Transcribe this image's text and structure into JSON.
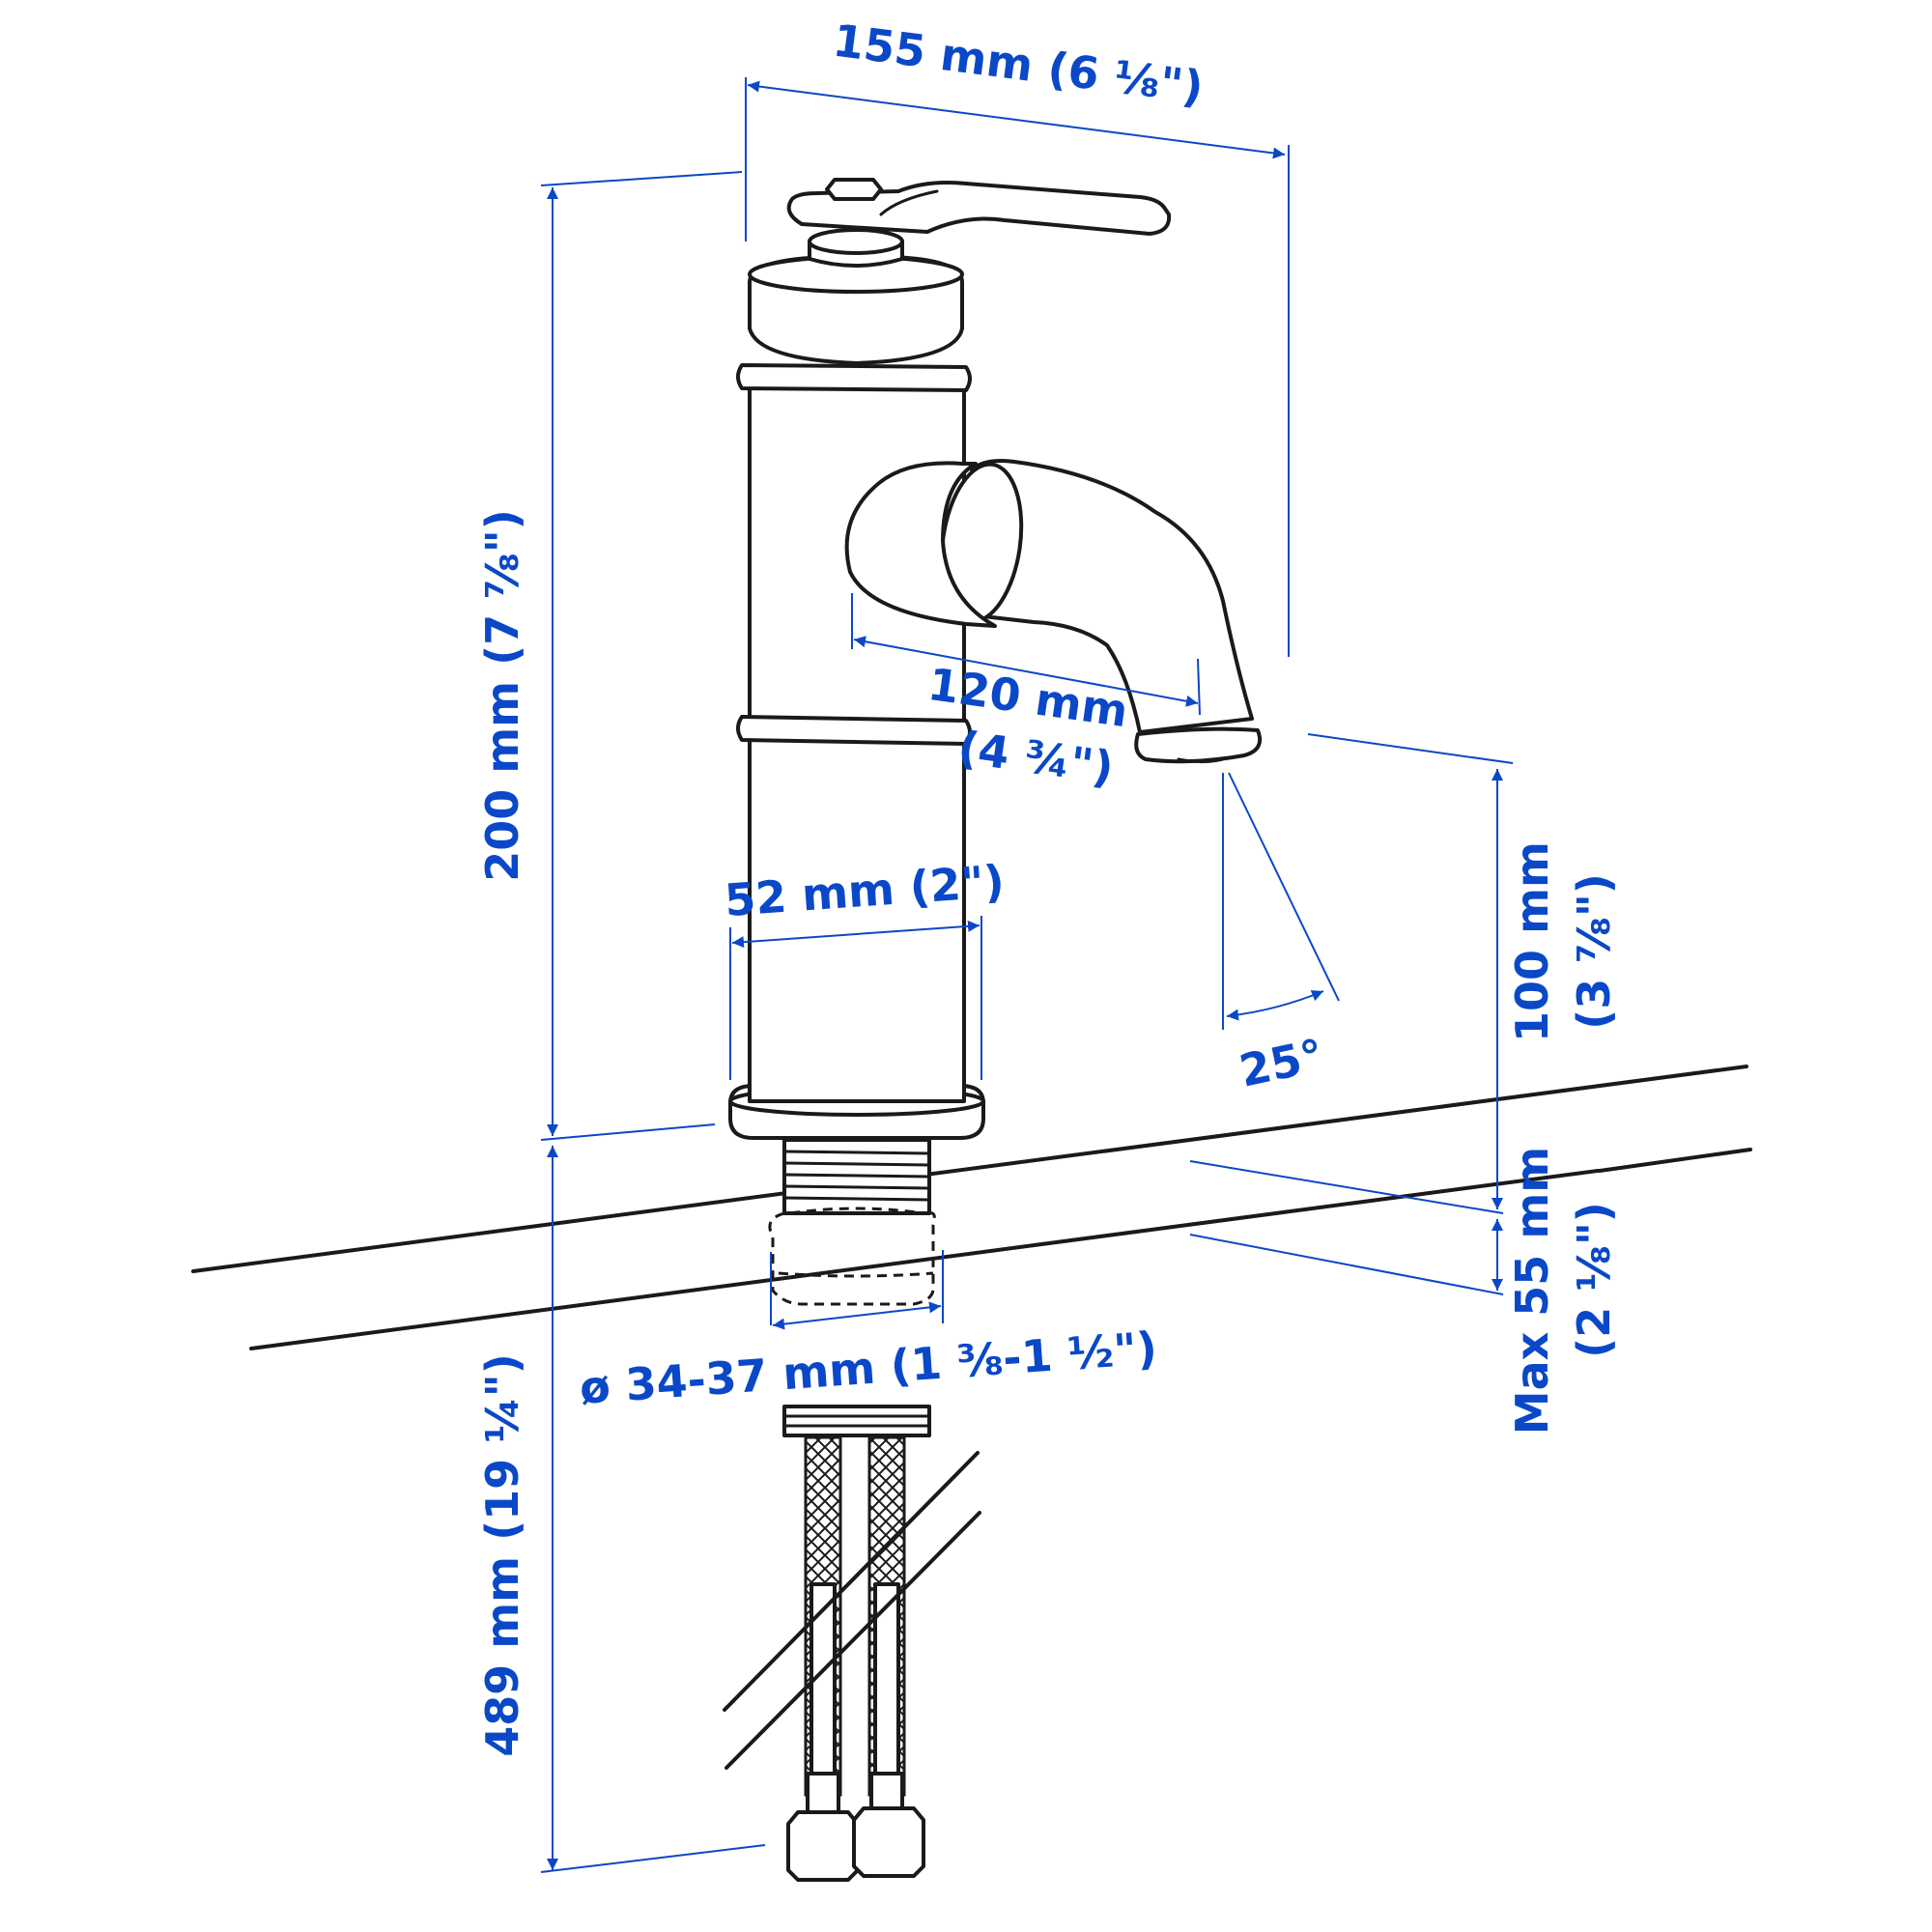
{
  "colors": {
    "dimension": "#0a48c8",
    "outline": "#1a1a1a",
    "background": "#ffffff"
  },
  "icons": {
    "faucet": "faucet-icon",
    "counter": "countertop-icon",
    "hose": "braided-hose-icon"
  },
  "dimensions": {
    "overall_width": "155 mm (6 ⅛\")",
    "spout_reach_mm": "120 mm",
    "spout_reach_in": "(4 ¾\")",
    "body_height": "200 mm (7 ⅞\")",
    "base_diameter": "52 mm (2\")",
    "spout_height_mm": "100 mm",
    "spout_height_in": "(3 ⅞\")",
    "spray_angle": "25°",
    "max_counter_thickness_mm": "Max 55 mm",
    "max_counter_thickness_in": "(2 ⅛\")",
    "hole_diameter": "ø 34-37 mm (1 ⅜-1 ½\")",
    "hose_length": "489 mm (19 ¼\")"
  }
}
